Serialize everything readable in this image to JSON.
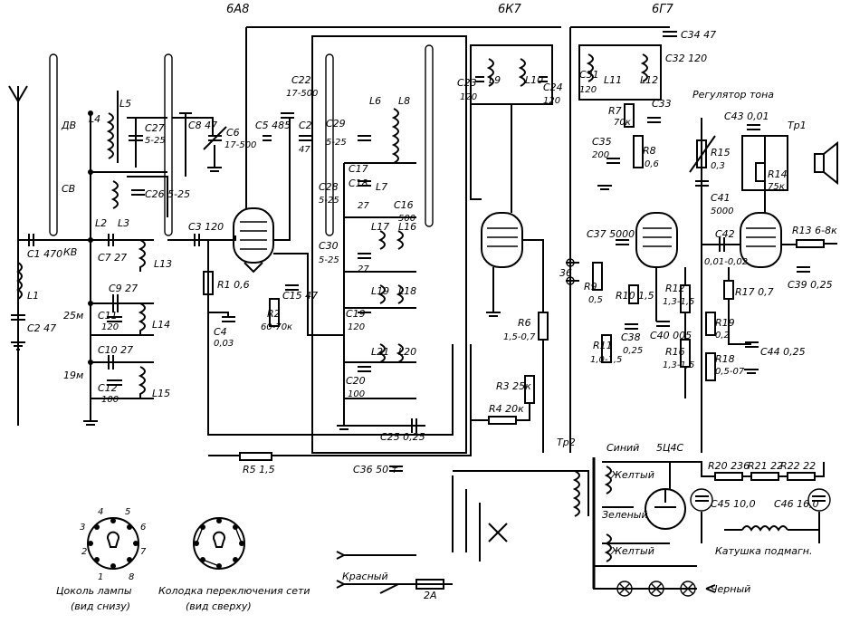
{
  "tubes": {
    "t1": "6А8",
    "t2": "6К7",
    "t3": "6Г7",
    "rect": "5Ц4С"
  },
  "bands": {
    "dv": "ДВ",
    "sv": "СВ",
    "kv": "КВ",
    "m25": "25м",
    "m19": "19м"
  },
  "antenna": {
    "c1": "C1 470",
    "c2": "C2 47",
    "l1": "L1"
  },
  "input": {
    "l4": "L4",
    "l5": "L5",
    "c27": "C27",
    "c27v": "5-25",
    "c8": "C8 47",
    "c6": "C6",
    "c6v": "17-500",
    "c26": "C26 5-25",
    "l2": "L2",
    "l3": "L3",
    "c7": "C7 27",
    "l13": "L13",
    "c9": "C9 27",
    "c11": "C11",
    "c11v": "120",
    "l14": "L14",
    "c10": "C10 27",
    "c12": "C12",
    "c12v": "100",
    "l15": "L15",
    "c3": "C3 120"
  },
  "mixer": {
    "r1": "R1 0,6",
    "c4": "C4",
    "c4v": "0,03",
    "c22": "C22",
    "c22v": "17-500",
    "c5": "C5 485",
    "c23": "C2",
    "c23v": "47",
    "c15": "C15 47",
    "r2": "R2",
    "r2v": "60-70к",
    "r5": "R5 1,5",
    "c36": "C36 50 т"
  },
  "oscillator": {
    "c29": "C29",
    "c29v": "5-25",
    "c28": "C28",
    "c28v": "5-25",
    "c30": "C30",
    "c30v": "5-25",
    "l6": "L6",
    "l7": "L7",
    "l8": "L8",
    "c16": "C16",
    "c16v": "500",
    "c17": "C17",
    "c18": "C18",
    "l16": "L16",
    "l17": "L17",
    "l18": "L18",
    "l19": "L19",
    "l20": "L20",
    "l21": "L21",
    "c19": "C19",
    "c19v": "120",
    "c20": "C20",
    "c20v": "100",
    "c25": "C25 0,25",
    "n27": "27"
  },
  "if_stage": {
    "c23": "C23",
    "c23v": "120",
    "l9": "L9",
    "l10": "L10",
    "c24": "C24",
    "c24v": "120",
    "r6": "R6",
    "r6v": "1,5-0,7",
    "r3": "R3 25к",
    "r4": "R4 20к"
  },
  "detector": {
    "c31": "C31",
    "c31v": "120",
    "l11": "L11",
    "l12": "L12",
    "c34": "C34 47",
    "c32": "C32 120",
    "c33": "C33",
    "r7": "R7",
    "r7v": "70к",
    "c35": "C35",
    "c35v": "200",
    "r8": "R8",
    "r8v": "0,6",
    "c37": "C37 5000",
    "r9": "R9",
    "r9v": "0,5",
    "r10": "R10 1,5",
    "r11": "R11",
    "r11v": "1,0-1,5",
    "c38": "C38",
    "c38v": "0,25",
    "c40": "C40 005",
    "r12": "R12",
    "r12v": "1,3-1,5",
    "r16": "R16",
    "r16v": "1,3-1,5",
    "n36": "36"
  },
  "output": {
    "tone": "Регулятор тона",
    "r15": "R15",
    "r15v": "0,3",
    "c41": "C41",
    "c41v": "5000",
    "c43": "C43 0,01",
    "tr1": "Тр1",
    "r14": "R14",
    "r14v": "75к",
    "c42": "C42",
    "c42v": "0,01-0,02",
    "r13": "R13 6-8к",
    "c39": "C39 0,25",
    "r17": "R17 0,7",
    "r19": "R19",
    "r19v": "0,2",
    "r18": "R18",
    "r18v": "0,5-07",
    "c44": "C44 0,25"
  },
  "power": {
    "tr2": "Тр2",
    "blue": "Синий",
    "yellow1": "Желтый",
    "green": "Зеленый",
    "yellow2": "Желтый",
    "r20": "R20 236",
    "r21": "R21 22",
    "r22": "R22 22",
    "c45": "C45 10,0",
    "c46": "C46 16,0",
    "coil": "Катушка подмагн.",
    "red": "Красный",
    "black": "Черный",
    "fuse": "2А"
  },
  "base": {
    "caption1": "Цоколь лампы",
    "caption2": "(вид снизу)",
    "caption3": "Колодка переключения сети",
    "caption4": "(вид сверху)",
    "pins": [
      "1",
      "2",
      "3",
      "4",
      "5",
      "6",
      "7",
      "8"
    ]
  }
}
